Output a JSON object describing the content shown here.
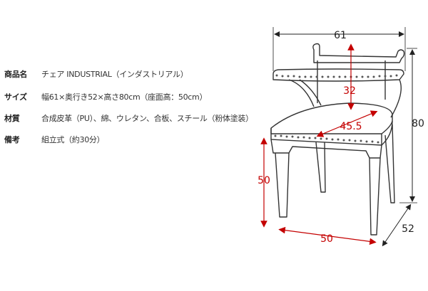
{
  "specs": [
    {
      "label": "商品名",
      "value": "チェア INDUSTRIAL（インダストリアル）"
    },
    {
      "label": "サイズ",
      "value": "幅61×奥行き52×高さ80cm（座面高：50cm）"
    },
    {
      "label": "材質",
      "value": "合成皮革（PU）、綿、ウレタン、合板、スチール（粉体塗装）"
    },
    {
      "label": "備考",
      "value": "組立式（約30分）"
    }
  ],
  "dimensions": {
    "width": "61",
    "depth": "52",
    "height": "80",
    "seat_height": "50",
    "seat_width": "50",
    "seat_depth": "45.5",
    "back_height": "32"
  },
  "colors": {
    "red": "#c40000",
    "line": "#333333"
  }
}
